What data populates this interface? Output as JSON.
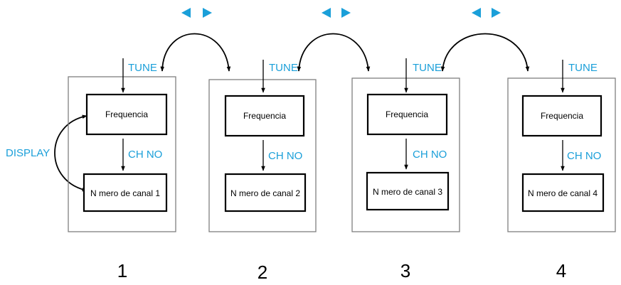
{
  "labels": {
    "tune": "TUNE",
    "ch_no": "CH NO",
    "display": "DISPLAY",
    "frequency": "Frequencia"
  },
  "colors": {
    "accent": "#1a9fd9",
    "box_border": "#000000",
    "panel_border": "#808080"
  },
  "nav_arrows": {
    "left_icon": "triangle-left-icon",
    "right_icon": "triangle-right-icon"
  },
  "panels": [
    {
      "number": "1",
      "channel_label": "N mero de canal 1"
    },
    {
      "number": "2",
      "channel_label": "N mero de canal 2"
    },
    {
      "number": "3",
      "channel_label": "N mero de canal 3"
    },
    {
      "number": "4",
      "channel_label": "N mero de canal 4"
    }
  ]
}
